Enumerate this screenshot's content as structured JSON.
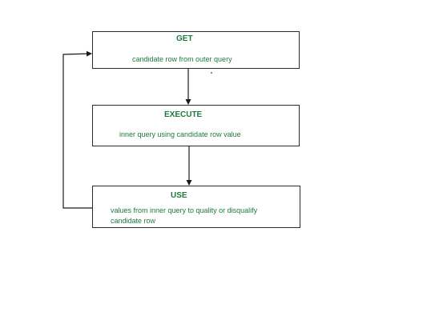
{
  "steps": [
    {
      "title": "GET",
      "text": "candidate row from outer query"
    },
    {
      "title": "EXECUTE",
      "text": "inner query using candidate row value"
    },
    {
      "title": "USE",
      "text": "values from inner query to quality or disqualify candidate row"
    }
  ],
  "colors": {
    "text": "#1e7a3c",
    "line": "#1a1a1a"
  }
}
